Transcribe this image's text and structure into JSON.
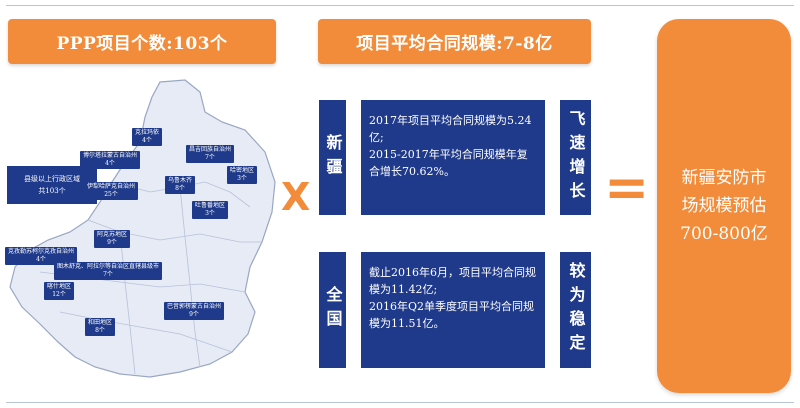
{
  "header_left": "PPP项目个数:103个",
  "header_mid": "项目平均合同规模:7-8亿",
  "result": {
    "line1": "新疆安防市",
    "line2": "场规模预估",
    "line3": "700-800亿"
  },
  "operators": {
    "times": "X",
    "equals": "="
  },
  "map": {
    "county_box": {
      "line1": "县级以上行政区域",
      "line2": "共103个"
    },
    "regions": [
      {
        "name": "克拉玛依",
        "count": "4个"
      },
      {
        "name": "昌吉回族自治州",
        "count": "7个"
      },
      {
        "name": "博尔塔拉蒙古自治州",
        "count": "4个"
      },
      {
        "name": "哈密地区",
        "count": "3个"
      },
      {
        "name": "伊犁哈萨克自治州",
        "count": "25个"
      },
      {
        "name": "乌鲁木齐",
        "count": "8个"
      },
      {
        "name": "吐鲁番地区",
        "count": "3个"
      },
      {
        "name": "阿克苏地区",
        "count": "9个"
      },
      {
        "name": "克孜勒苏柯尔克孜自治州",
        "count": "4个"
      },
      {
        "name": "图木舒克、阿拉尔等自治区直辖县级市",
        "count": "7个"
      },
      {
        "name": "喀什地区",
        "count": "12个"
      },
      {
        "name": "和田地区",
        "count": "8个"
      },
      {
        "name": "巴音郭楞蒙古自治州",
        "count": "9个"
      }
    ],
    "colors": {
      "land": "#e6ebf5",
      "border": "#9aa6c2",
      "label": "#1f3a8a"
    }
  },
  "xinjiang": {
    "label": "新疆",
    "lines": [
      "2017年项目平均合同规模为5.24亿;",
      "2015-2017年平均合同规模年复合增长70.62%。"
    ],
    "trend": "飞速增长"
  },
  "national": {
    "label": "全国",
    "lines": [
      "截止2016年6月，项目平均合同规模为11.42亿;",
      "2016年Q2单季度项目平均合同规模为11.51亿。"
    ],
    "trend": "较为稳定"
  },
  "colors": {
    "orange": "#f28c3a",
    "navy": "#1f3a8a"
  }
}
